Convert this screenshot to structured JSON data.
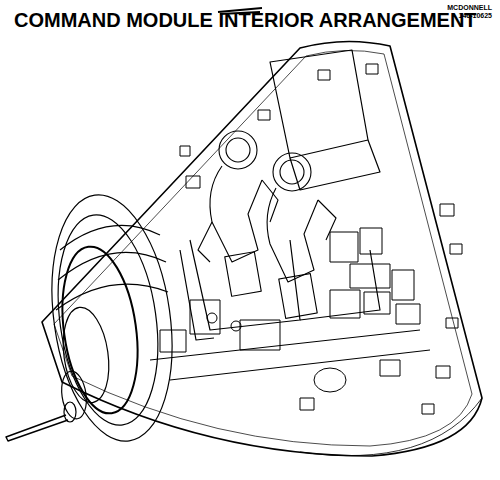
{
  "diagram": {
    "title": "COMMAND MODULE INTERIOR ARRANGEMENT",
    "labels": [
      "MCDONNELL",
      "146-10625"
    ]
  }
}
